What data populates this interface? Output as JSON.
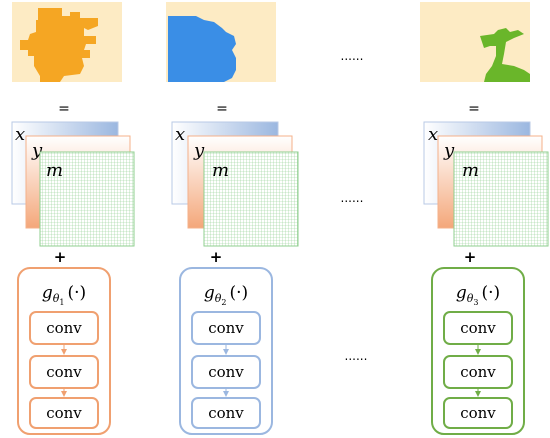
{
  "columns": [
    {
      "mask_color": "#f5a623",
      "accent_color": "#f0a070",
      "grid_color": "#8fcf8f",
      "function_label": {
        "g": "g",
        "theta": "θ",
        "sub": "1",
        "arg": "(·)"
      },
      "input_labels": {
        "x": "x",
        "y": "y",
        "m": "m"
      },
      "conv_labels": [
        "conv",
        "conv",
        "conv"
      ],
      "box_border_color": "#f0a070",
      "equals": "=",
      "plus": "+"
    },
    {
      "mask_color": "#3a8ee6",
      "accent_color": "#9bb7e0",
      "grid_color": "#8fcf8f",
      "function_label": {
        "g": "g",
        "theta": "θ",
        "sub": "2",
        "arg": "(·)"
      },
      "input_labels": {
        "x": "x",
        "y": "y",
        "m": "m"
      },
      "conv_labels": [
        "conv",
        "conv",
        "conv"
      ],
      "box_border_color": "#9bb7e0",
      "equals": "=",
      "plus": "+"
    },
    {
      "mask_color": "#6ab62a",
      "accent_color": "#70ad47",
      "grid_color": "#8fcf8f",
      "function_label": {
        "g": "g",
        "theta": "θ",
        "sub": "3",
        "arg": "(·)"
      },
      "input_labels": {
        "x": "x",
        "y": "y",
        "m": "m"
      },
      "conv_labels": [
        "conv",
        "conv",
        "conv"
      ],
      "box_border_color": "#70ad47",
      "equals": "=",
      "plus": "+"
    }
  ],
  "ellipsis": "......",
  "colors": {
    "mask_background": "#fdebc4",
    "x_layer_gradient_end": "#9bb7e0",
    "y_layer_gradient_end": "#f4a77a",
    "separator": "#555555"
  }
}
